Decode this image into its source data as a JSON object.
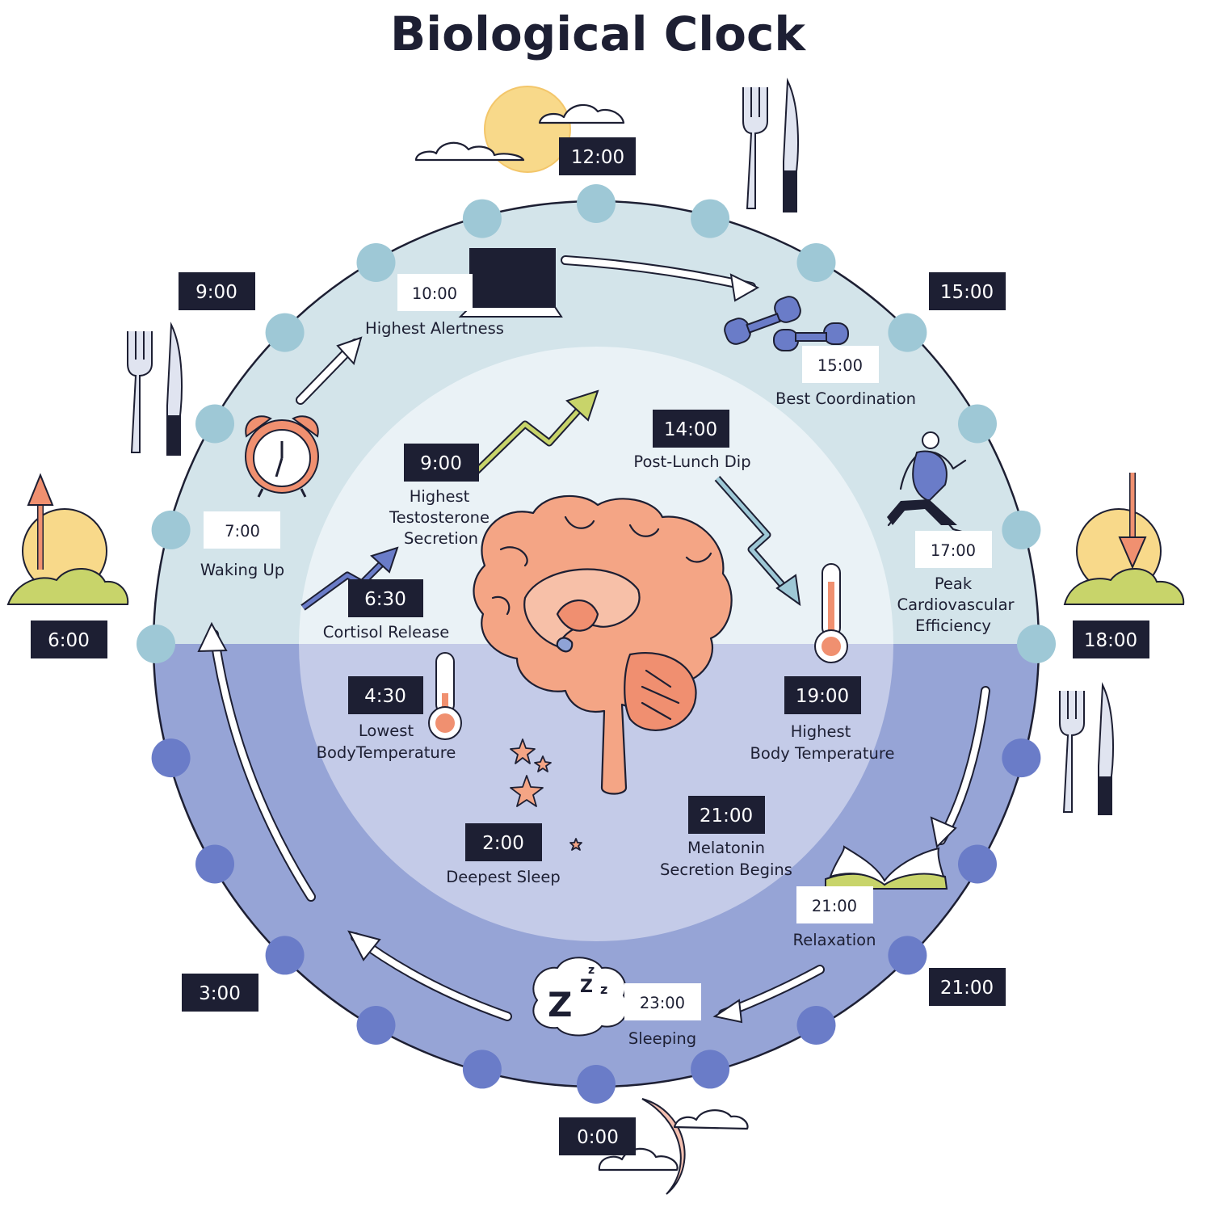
{
  "title": "Biological Clock",
  "colors": {
    "ring_day": "#d3e4ea",
    "ring_night": "#96a4d6",
    "inner_day": "#eaf2f6",
    "inner_night": "#c4cbe8",
    "dot_day": "#9ec8d6",
    "dot_night": "#6a7cc8",
    "label_box": "#1d1f33",
    "brain": "#f4a585",
    "sun": "#f8d98a",
    "grass": "#c8d46a"
  },
  "outer_times": {
    "t12": "12:00",
    "t15": "15:00",
    "t18": "18:00",
    "t21": "21:00",
    "t0": "0:00",
    "t3": "3:00",
    "t6": "6:00",
    "t9": "9:00"
  },
  "events": {
    "alertness": {
      "time": "10:00",
      "label": "Highest Alertness"
    },
    "coordination": {
      "time": "15:00",
      "label": "Best Coordination"
    },
    "cardio": {
      "time": "17:00",
      "label1": "Peak",
      "label2": "Cardiovascular",
      "label3": "Efficiency"
    },
    "relaxation": {
      "time": "21:00",
      "label": "Relaxation"
    },
    "sleeping": {
      "time": "23:00",
      "label": "Sleeping"
    },
    "waking": {
      "time": "7:00",
      "label": "Waking Up"
    },
    "testosterone": {
      "time": "9:00",
      "label1": "Highest",
      "label2": "Testosterone",
      "label3": "Secretion"
    },
    "postlunch": {
      "time": "14:00",
      "label": "Post-Lunch Dip"
    },
    "cortisol": {
      "time": "6:30",
      "label": "Cortisol Release"
    },
    "lowtemp": {
      "time": "4:30",
      "label1": "Lowest",
      "label2": "BodyTemperature"
    },
    "hightemp": {
      "time": "19:00",
      "label1": "Highest",
      "label2": "Body Temperature"
    },
    "melatonin": {
      "time": "21:00",
      "label1": "Melatonin",
      "label2": "Secretion Begins"
    },
    "deepsleep": {
      "time": "2:00",
      "label": "Deepest Sleep"
    }
  },
  "icons": [
    "sun-cloud-icon",
    "fork-knife-icon",
    "laptop-icon",
    "dumbbell-icon",
    "runner-icon",
    "sunset-icon",
    "book-icon",
    "sleep-zzz-icon",
    "moon-icon",
    "alarm-clock-icon",
    "sunrise-icon",
    "thermometer-icon",
    "brain-icon",
    "star-icon",
    "trend-arrow-icon"
  ]
}
